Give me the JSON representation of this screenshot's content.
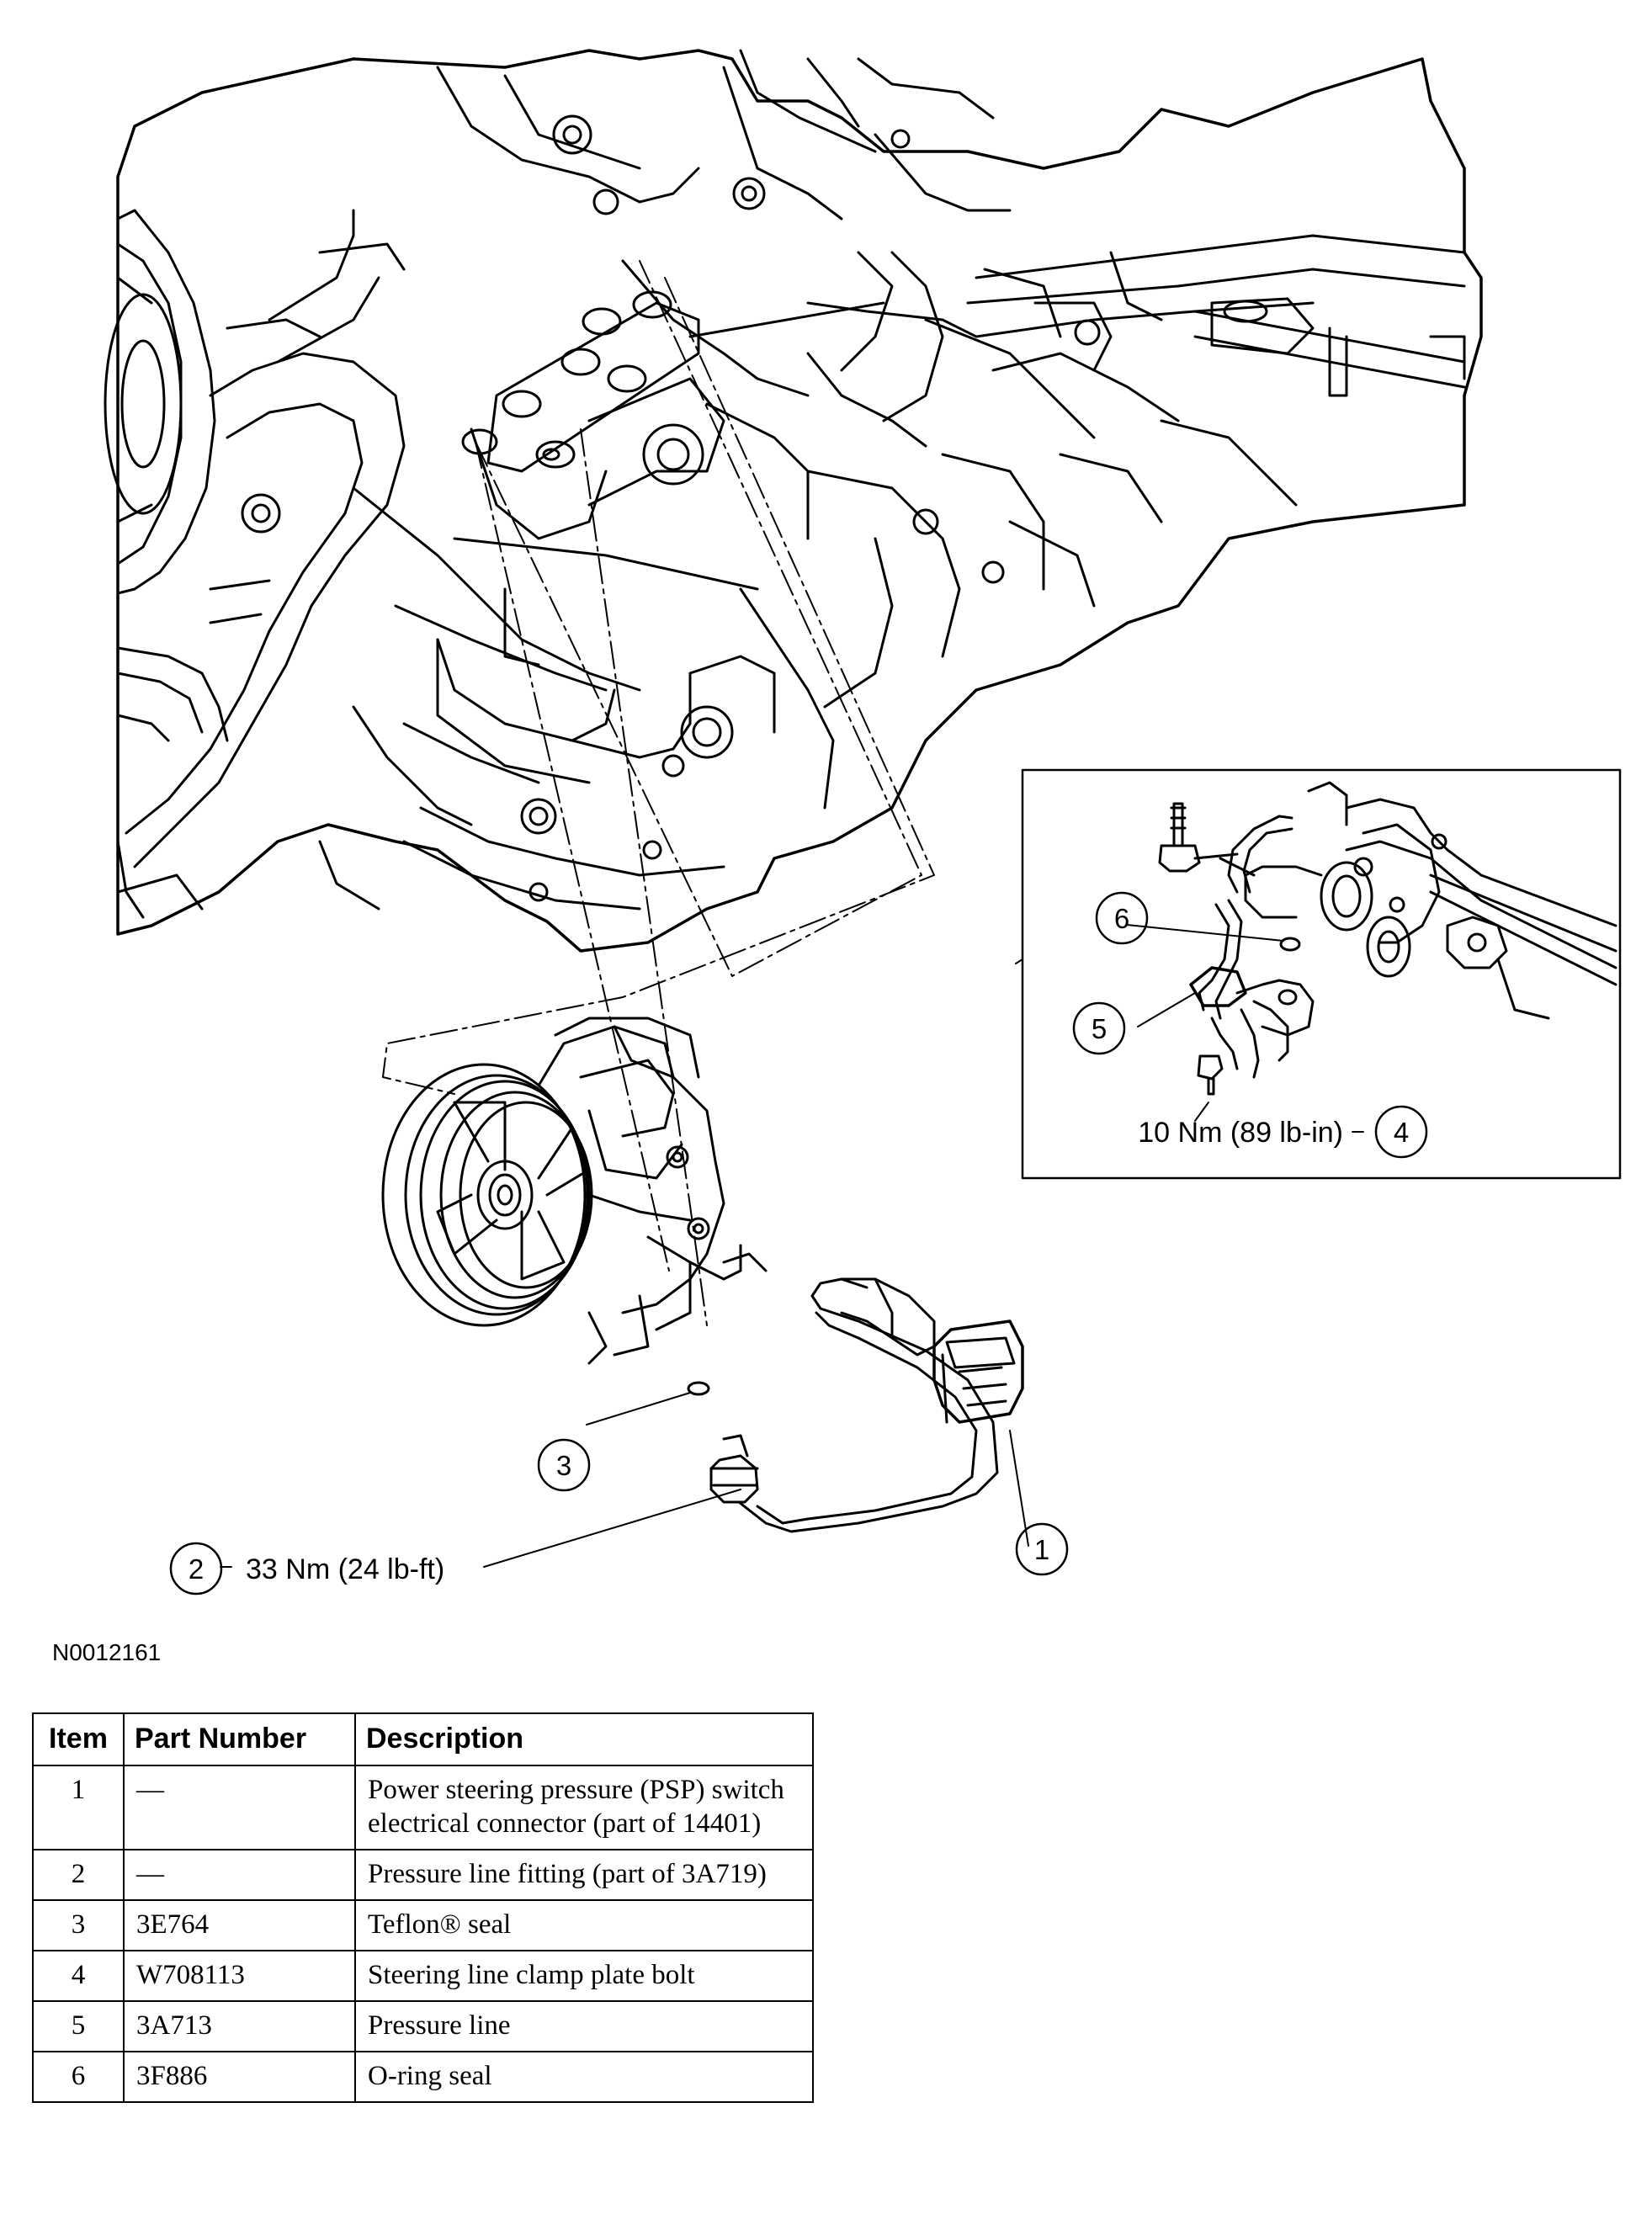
{
  "callouts": {
    "c1": "1",
    "c2": "2",
    "c3": "3",
    "c4": "4",
    "c5": "5",
    "c6": "6",
    "torque_2": "33 Nm (24 lb-ft)",
    "torque_4": "10 Nm (89 lb-in)"
  },
  "figure_id": "N0012161",
  "table": {
    "headers": {
      "item": "Item",
      "part_number": "Part Number",
      "description": "Description"
    },
    "rows": [
      {
        "item": "1",
        "part_number": "—",
        "description": "Power steering pressure (PSP) switch electrical connector (part of 14401)"
      },
      {
        "item": "2",
        "part_number": "—",
        "description": "Pressure line fitting (part of 3A719)"
      },
      {
        "item": "3",
        "part_number": "3E764",
        "description": "Teflon® seal"
      },
      {
        "item": "4",
        "part_number": "W708113",
        "description": "Steering line clamp plate bolt"
      },
      {
        "item": "5",
        "part_number": "3A713",
        "description": "Pressure line"
      },
      {
        "item": "6",
        "part_number": "3F886",
        "description": "O-ring seal"
      }
    ]
  }
}
